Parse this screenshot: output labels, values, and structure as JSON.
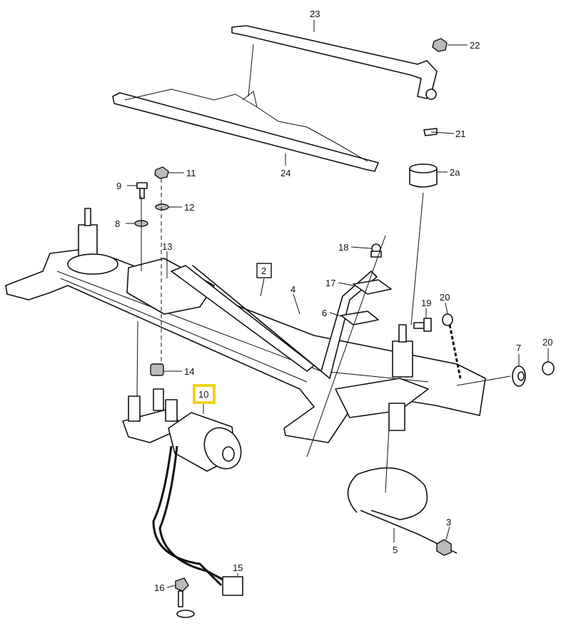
{
  "diagram": {
    "type": "exploded parts diagram",
    "callouts": [
      "23",
      "22",
      "21",
      "2a",
      "24",
      "11",
      "9",
      "12",
      "8",
      "13",
      "18",
      "2",
      "4",
      "17",
      "6",
      "19",
      "20",
      "7",
      "20",
      "14",
      "10",
      "15",
      "16",
      "5",
      "3"
    ],
    "highlighted_callout": "10",
    "boxed_callouts": [
      "2",
      "10"
    ],
    "highlight_color": "#f2d21b"
  }
}
